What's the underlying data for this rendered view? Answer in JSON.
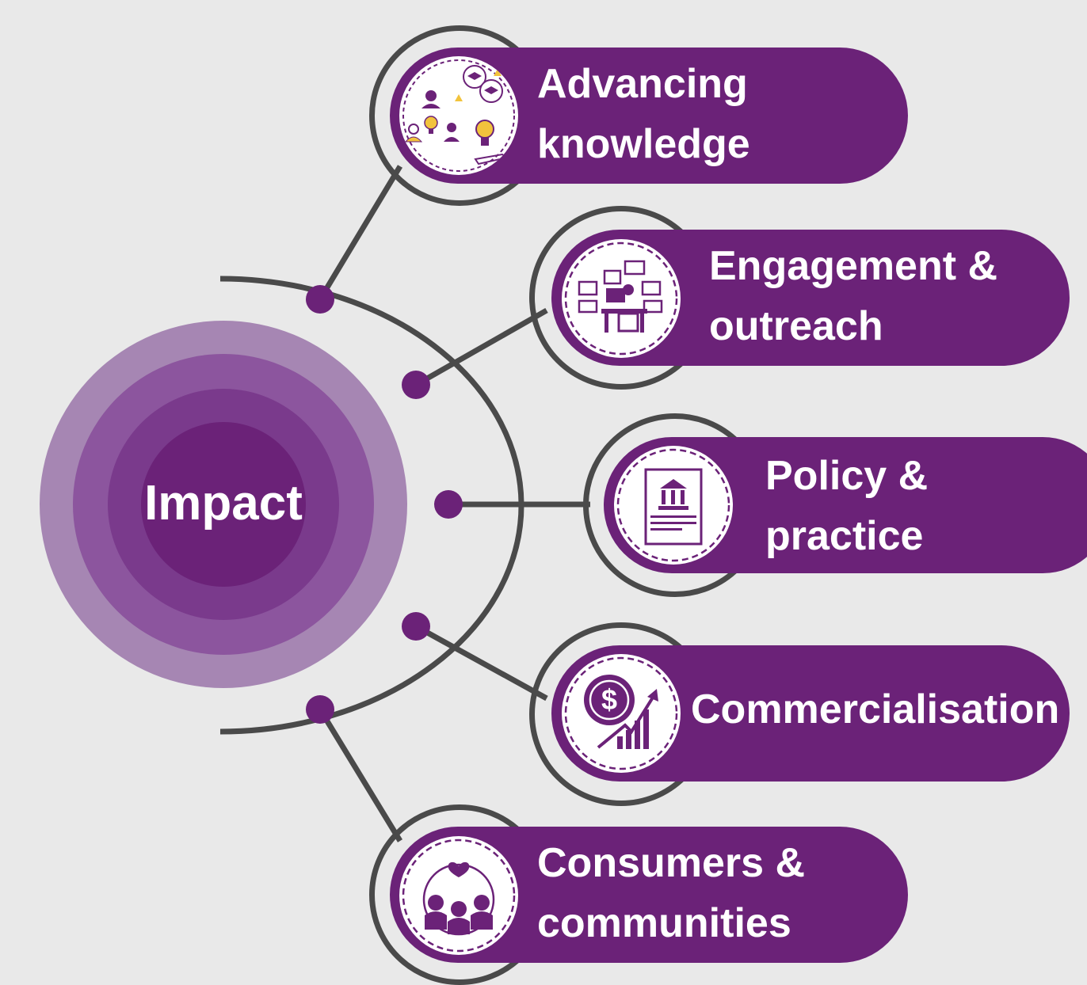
{
  "center": {
    "label": "Impact"
  },
  "branches": [
    {
      "id": "knowledge",
      "label": "Advancing\nknowledge",
      "icon": "knowledge-sharing-icon"
    },
    {
      "id": "engagement",
      "label": "Engagement &\noutreach",
      "icon": "online-engagement-icon"
    },
    {
      "id": "policy",
      "label": "Policy &\npractice",
      "icon": "policy-document-icon"
    },
    {
      "id": "commercial",
      "label": "Commercialisation",
      "icon": "dollar-growth-icon"
    },
    {
      "id": "communities",
      "label": "Consumers &\ncommunities",
      "icon": "community-people-icon"
    }
  ],
  "colors": {
    "background": "#e9e9e9",
    "purple": "#6b2278",
    "line": "#4a4a4a",
    "ring_outer": "#a686b3",
    "ring_2": "#8c559e",
    "ring_3": "#7a3a8c",
    "ring_inner": "#6b2278"
  }
}
